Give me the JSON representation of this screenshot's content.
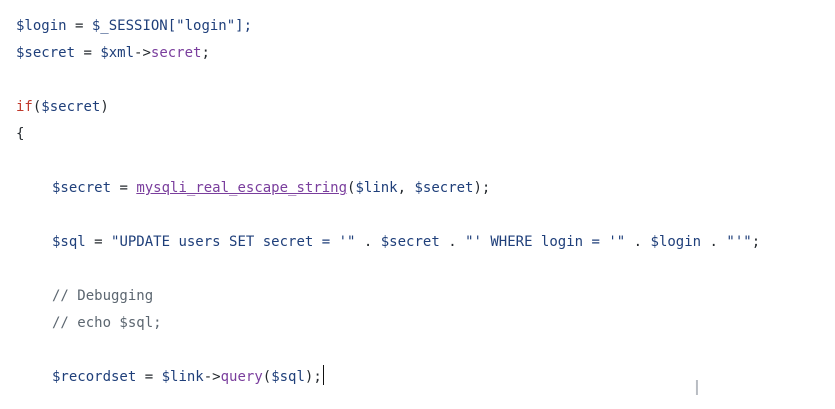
{
  "code": {
    "line1": {
      "login_var": "$login",
      "eq": " = ",
      "session_var": "$_SESSION",
      "index": "[\"login\"];"
    },
    "line2": {
      "secret_var": "$secret",
      "eq": " = ",
      "xml_var": "$xml",
      "arrow": "->",
      "prop": "secret",
      "end": ";"
    },
    "line4": {
      "kw": "if",
      "open": "(",
      "secret_var": "$secret",
      "close": ")"
    },
    "line5": {
      "brace": "{"
    },
    "line7": {
      "secret_var": "$secret",
      "eq": " = ",
      "fn": "mysqli_real_escape_string",
      "open": "(",
      "link_var": "$link",
      "comma": ", ",
      "secret_var2": "$secret",
      "close": ");"
    },
    "line9": {
      "sql_var": "$sql",
      "eq": " = ",
      "str1": "\"UPDATE users SET secret = '\"",
      "dot1": " . ",
      "secret_var": "$secret",
      "dot2": " . ",
      "str2": "\"' WHERE login = '\"",
      "dot3": " . ",
      "login_var": "$login",
      "dot4": " . ",
      "str3": "\"'\"",
      "end": ";"
    },
    "line11": {
      "comment": "// Debugging"
    },
    "line12": {
      "comment": "// echo $sql;"
    },
    "line14": {
      "recordset_var": "$recordset",
      "eq": " = ",
      "link_var": "$link",
      "arrow": "->",
      "fn": "query",
      "open": "(",
      "sql_var": "$sql",
      "close": ");"
    }
  },
  "cursor": {
    "icon": "text-cursor-icon",
    "glyph": "I"
  },
  "colors": {
    "variable": "#1f3f7a",
    "keyword": "#c0392b",
    "function": "#7a3e9d",
    "comment": "#5c6670"
  }
}
